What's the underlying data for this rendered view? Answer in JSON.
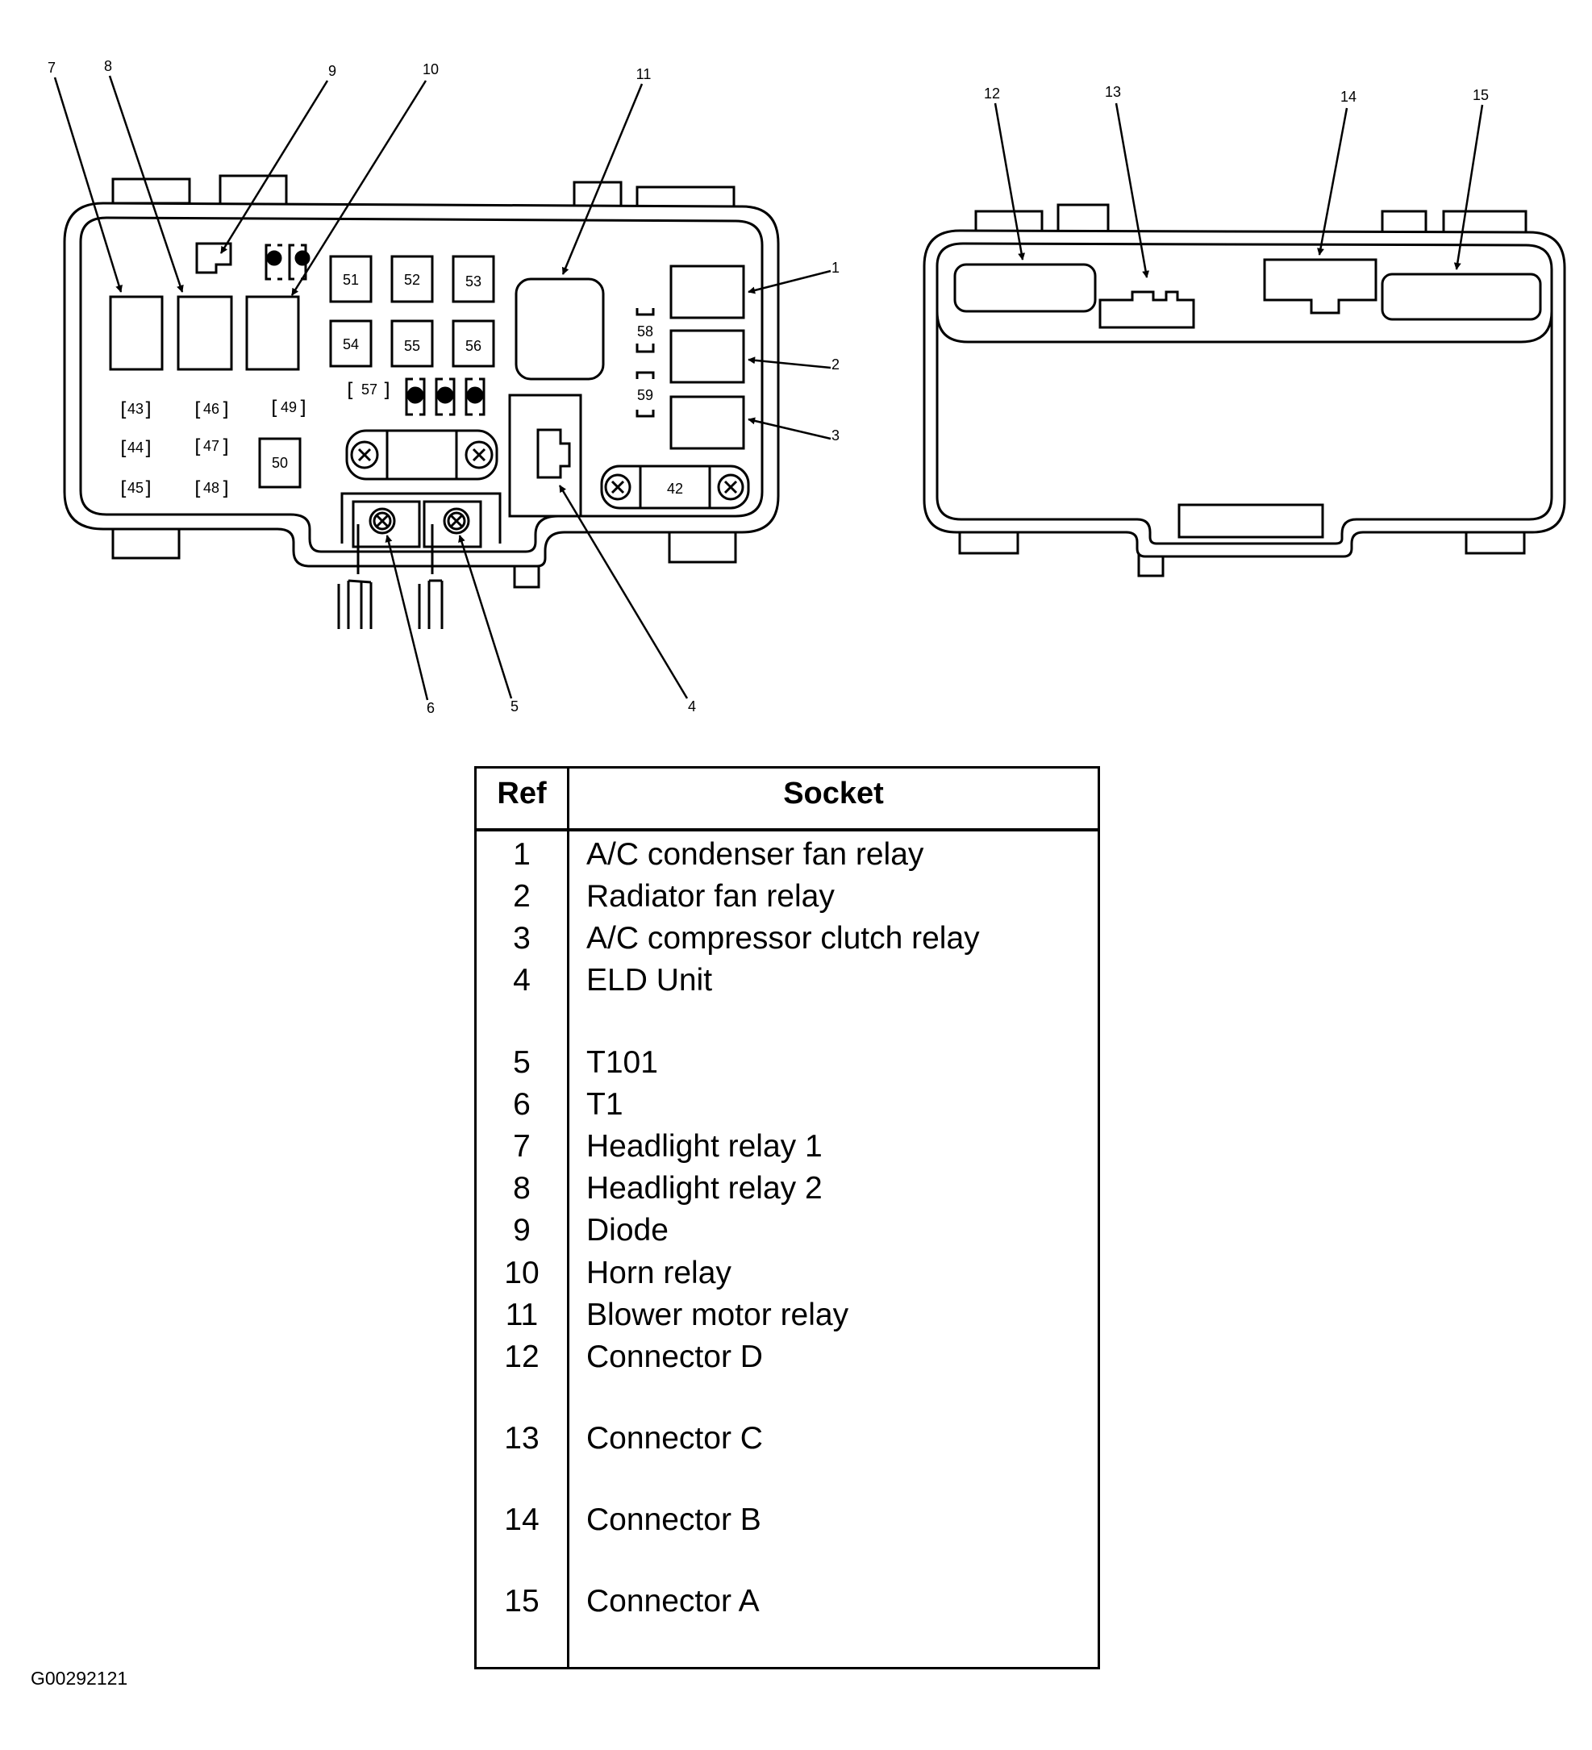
{
  "callouts": [
    "1",
    "2",
    "3",
    "4",
    "5",
    "6",
    "7",
    "8",
    "9",
    "10",
    "11",
    "12",
    "13",
    "14",
    "15"
  ],
  "fuse_labels": {
    "f42": "42",
    "f43": "43",
    "f44": "44",
    "f45": "45",
    "f46": "46",
    "f47": "47",
    "f48": "48",
    "f49": "49",
    "f50": "50",
    "f51": "51",
    "f52": "52",
    "f53": "53",
    "f54": "54",
    "f55": "55",
    "f56": "56",
    "f57": "57",
    "f58": "58",
    "f59": "59"
  },
  "legend": {
    "header_ref": "Ref",
    "header_socket": "Socket",
    "rows": [
      {
        "ref": "1",
        "socket": "A/C condenser fan relay"
      },
      {
        "ref": "2",
        "socket": "Radiator fan relay"
      },
      {
        "ref": "3",
        "socket": "A/C compressor clutch relay"
      },
      {
        "ref": "4",
        "socket": "ELD Unit"
      },
      {
        "ref": "5",
        "socket": "T101"
      },
      {
        "ref": "6",
        "socket": "T1"
      },
      {
        "ref": "7",
        "socket": "Headlight relay 1"
      },
      {
        "ref": "8",
        "socket": "Headlight relay 2"
      },
      {
        "ref": "9",
        "socket": "Diode"
      },
      {
        "ref": "10",
        "socket": "Horn relay"
      },
      {
        "ref": "11",
        "socket": "Blower motor relay"
      },
      {
        "ref": "12",
        "socket": "Connector D"
      },
      {
        "ref": "13",
        "socket": "Connector C"
      },
      {
        "ref": "14",
        "socket": "Connector B"
      },
      {
        "ref": "15",
        "socket": "Connector A"
      }
    ]
  },
  "figure_code": "G00292121"
}
